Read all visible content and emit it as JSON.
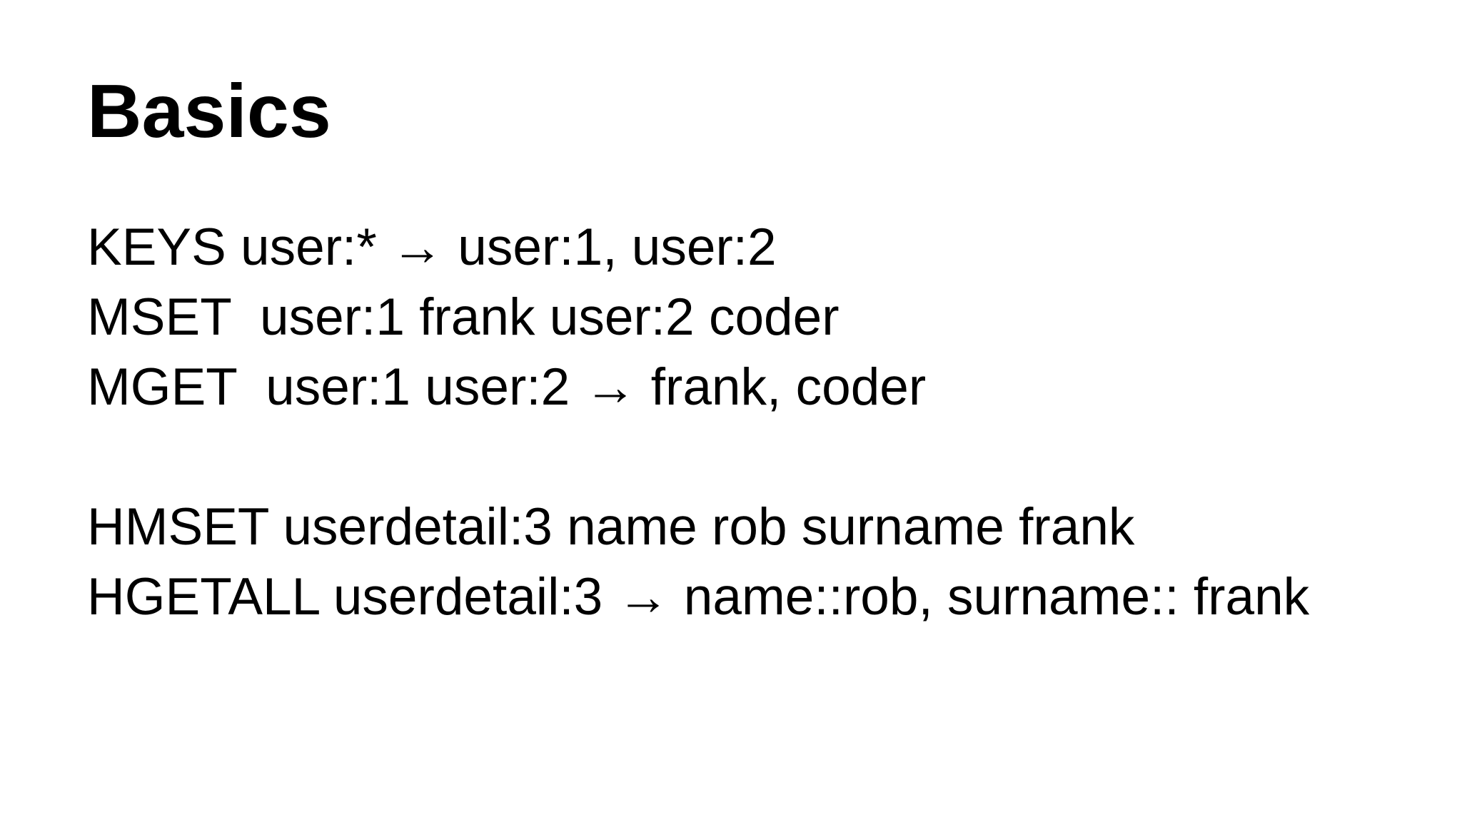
{
  "slide": {
    "title": "Basics",
    "colors": {
      "background": "#ffffff",
      "text": "#000000"
    },
    "command_groups": [
      {
        "lines": [
          "KEYS user:* → user:1, user:2",
          "MSET  user:1 frank user:2 coder",
          "MGET  user:1 user:2 → frank, coder"
        ]
      },
      {
        "lines": [
          "HMSET userdetail:3 name rob surname frank",
          "HGETALL userdetail:3 → name::rob, surname:: frank"
        ]
      }
    ]
  }
}
